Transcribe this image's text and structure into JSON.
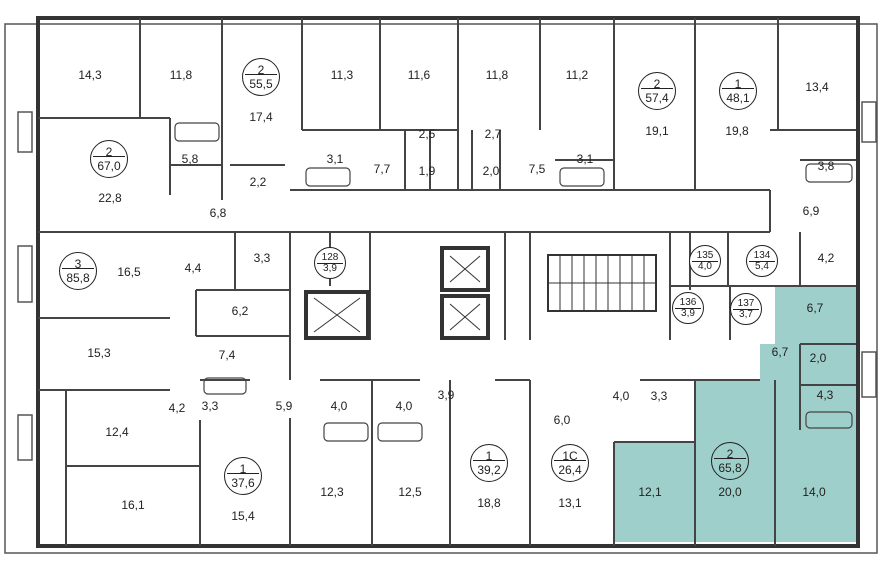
{
  "plan": {
    "highlight_color": "#9fcfcb",
    "wall_color": "#333333",
    "room_areas": [
      "14,3",
      "11,8",
      "17,4",
      "11,3",
      "11,6",
      "11,8",
      "11,2",
      "19,1",
      "19,8",
      "13,4",
      "5,8",
      "22,8",
      "2,5",
      "2,7",
      "3,1",
      "7,7",
      "1,9",
      "2,0",
      "7,5",
      "3,1",
      "2,2",
      "3,8",
      "6,8",
      "6,9",
      "16,5",
      "4,4",
      "3,3",
      "4,2",
      "6,2",
      "15,3",
      "7,4",
      "5,9",
      "4,0",
      "4,0",
      "3,9",
      "6,0",
      "4,0",
      "3,3",
      "4,2",
      "3,3",
      "12,4",
      "16,1",
      "15,4",
      "12,3",
      "12,5",
      "18,8",
      "13,1",
      "12,1",
      "20,0",
      "14,0",
      "6,7",
      "6,7",
      "2,0",
      "4,3"
    ],
    "apartments": [
      {
        "rooms": "2",
        "area": "55,5"
      },
      {
        "rooms": "2",
        "area": "57,4"
      },
      {
        "rooms": "1",
        "area": "48,1"
      },
      {
        "rooms": "2",
        "area": "67,0"
      },
      {
        "rooms": "3",
        "area": "85,8"
      },
      {
        "rooms": "1",
        "area": "39,2"
      },
      {
        "rooms": "1С",
        "area": "26,4"
      },
      {
        "rooms": "1",
        "area": "37,6"
      },
      {
        "rooms": "2",
        "area": "65,8"
      }
    ],
    "storages": [
      {
        "number": "128",
        "area": "3,9"
      },
      {
        "number": "135",
        "area": "4,0"
      },
      {
        "number": "134",
        "area": "5,4"
      },
      {
        "number": "136",
        "area": "3,9"
      },
      {
        "number": "137",
        "area": "3,7"
      }
    ]
  }
}
